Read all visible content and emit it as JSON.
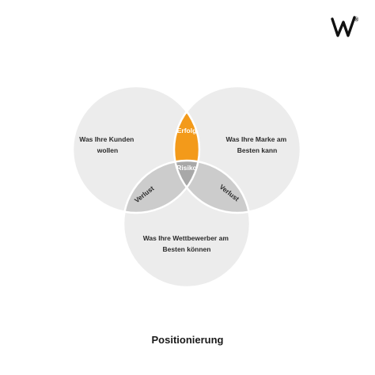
{
  "logo": {
    "letter": "W",
    "mark": "®"
  },
  "venn": {
    "circle_left": {
      "text_lines": [
        "Was Ihre Kunden",
        "wollen"
      ]
    },
    "circle_right": {
      "text_lines": [
        "Was Ihre Marke am",
        "Besten kann"
      ]
    },
    "circle_bottom": {
      "text_lines": [
        "Was Ihre Wettbewerber am",
        "Besten können"
      ]
    },
    "intersection_top": {
      "label": "Erfolg"
    },
    "intersection_left": {
      "label": "Verlust"
    },
    "intersection_right": {
      "label": "Verlust"
    },
    "intersection_center": {
      "label": "Risiko"
    }
  },
  "caption": "Positionierung",
  "colors": {
    "circle_fill": "#ececec",
    "pair_fill": "#cccccc",
    "success_fill": "#f39a1a",
    "risk_fill": "#a8a8a8",
    "outline": "#ffffff",
    "text_dark": "#2b2b2b",
    "text_light": "#ffffff"
  }
}
